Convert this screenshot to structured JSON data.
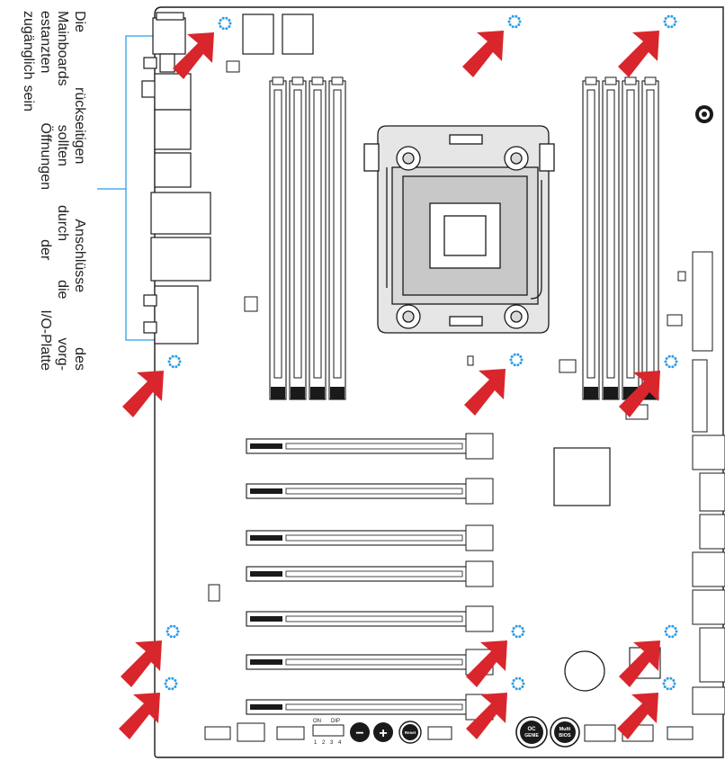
{
  "caption": {
    "lines": [
      [
        "Die",
        "rückseitigen",
        "Anschlüsse",
        "des"
      ],
      [
        "Mainboards",
        "sollten",
        "durch",
        "die",
        "vorg-"
      ],
      [
        "estanzten",
        "Öffnungen",
        "der",
        "I/O-Platte"
      ],
      [
        "zugänglich",
        "sein"
      ]
    ]
  },
  "board": {
    "buttons": {
      "oc_genie": [
        "OC",
        "GENIE"
      ],
      "multi_bios": [
        "Multi",
        "BIOS"
      ],
      "reset": "Reset",
      "minus_symbol": "−",
      "plus_symbol": "+"
    },
    "dip_switch": {
      "on": "ON",
      "dip": "DIP",
      "positions": [
        "1",
        "2",
        "3",
        "4"
      ]
    }
  },
  "colors": {
    "arrow": "#d8262c",
    "screw_hole": "#2b9ee8",
    "callout_line": "#2b9ee8",
    "outline": "#1a1a1a",
    "socket_fill": "#d9d9d9"
  },
  "icons": {
    "arrow": "red-arrow-icon",
    "screw_hole": "dotted-circle-icon"
  }
}
